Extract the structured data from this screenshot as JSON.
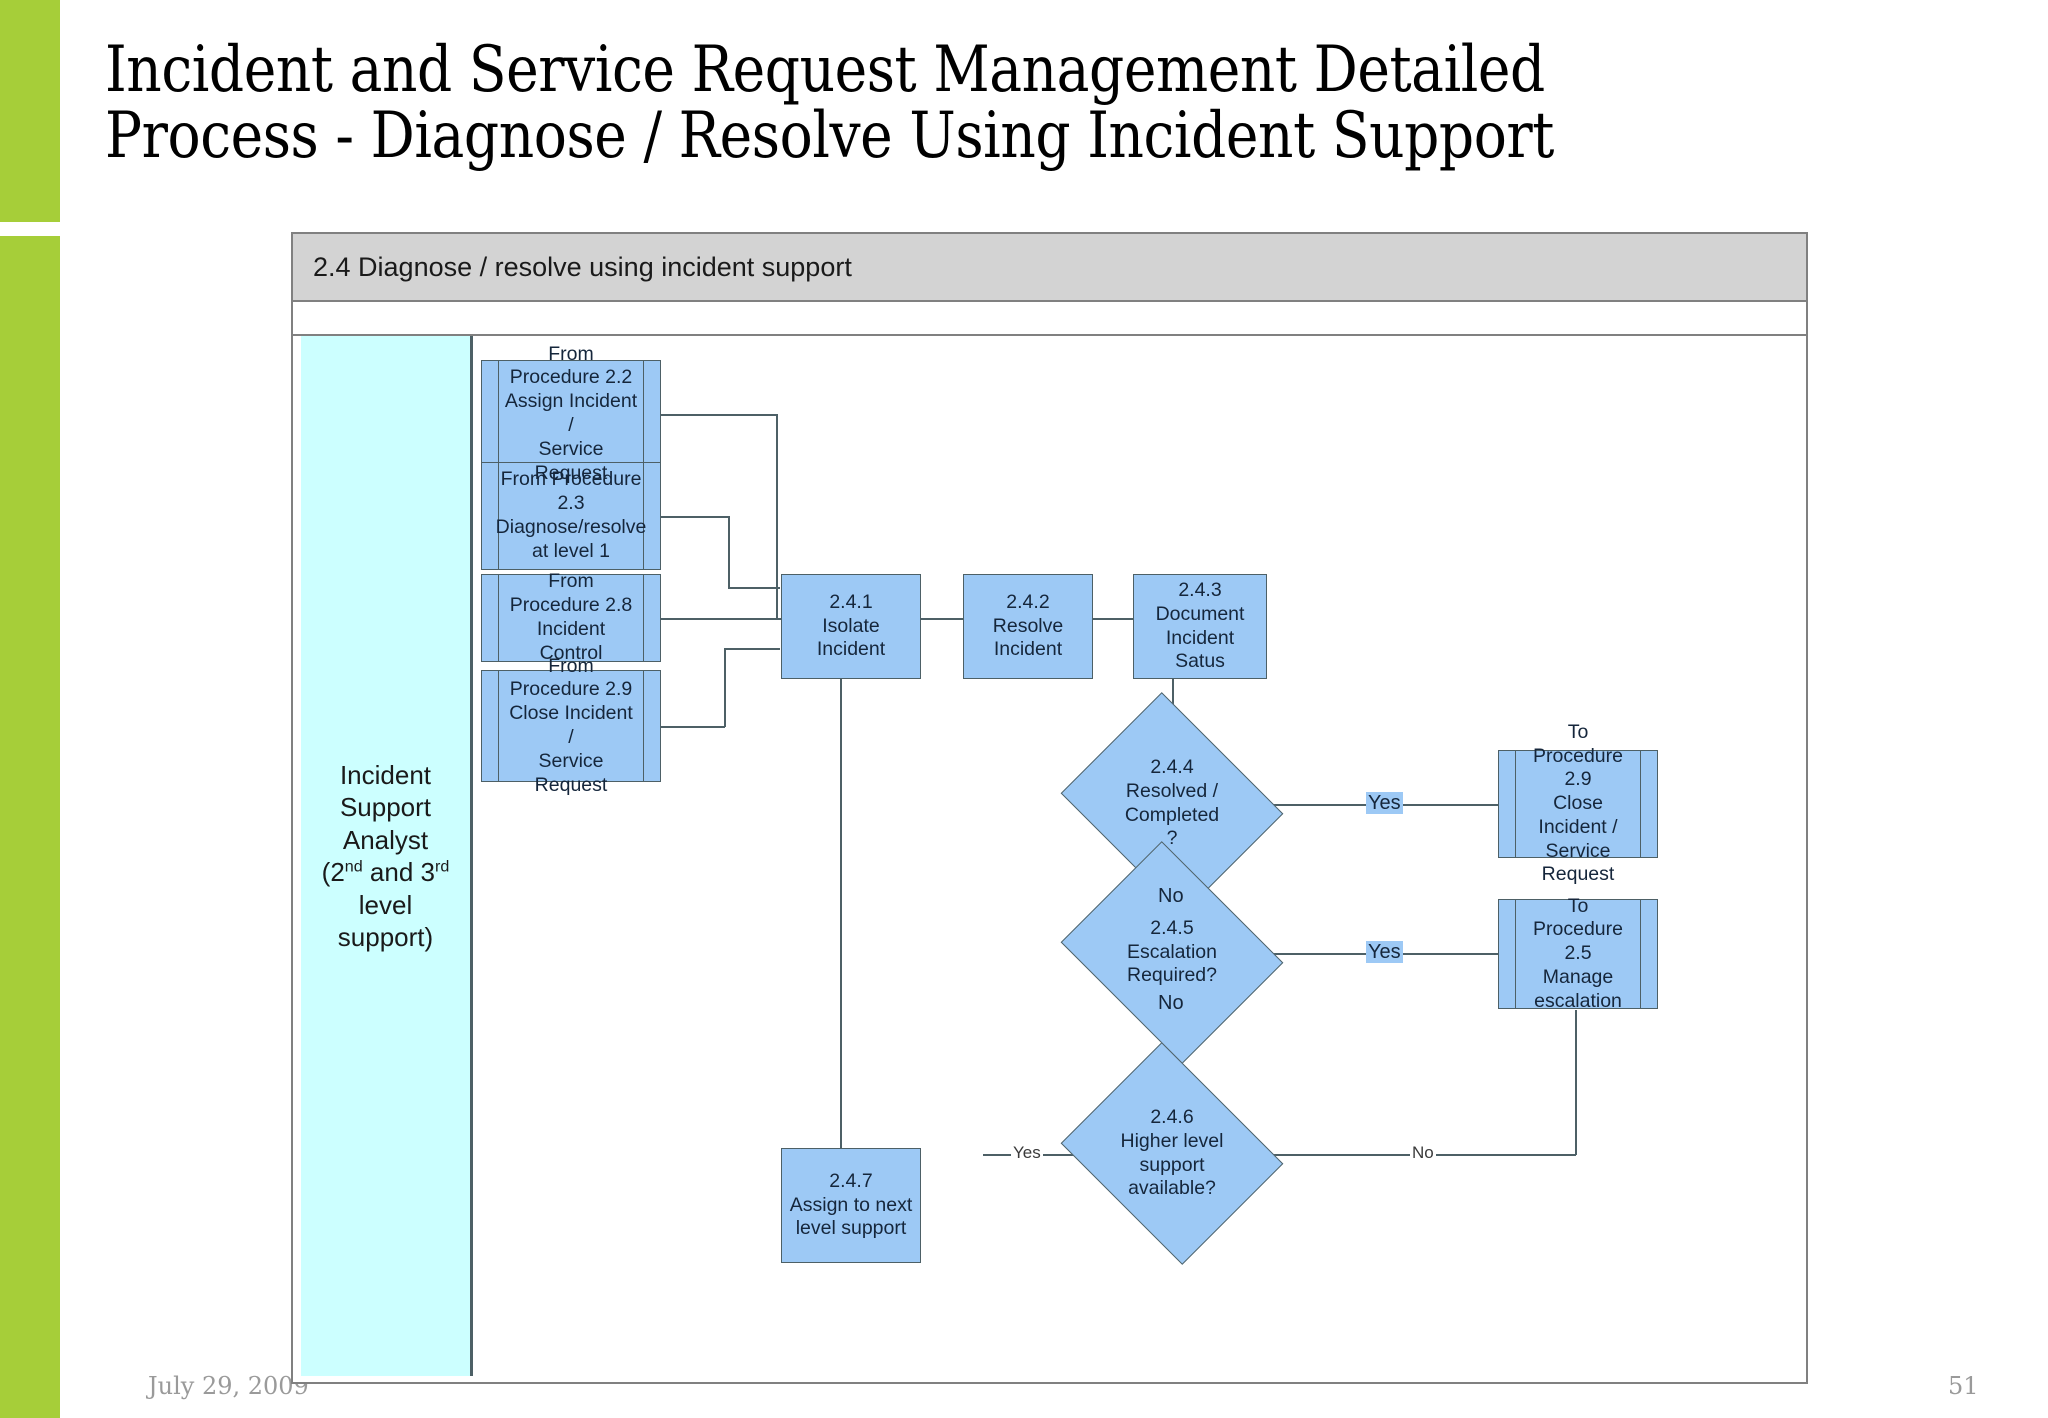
{
  "slide": {
    "title": "Incident and Service Request Management Detailed\nProcess - Diagnose / Resolve Using Incident Support",
    "accent_color": "#A6CE39",
    "footer_date": "July 29, 2009",
    "page_number": "51"
  },
  "diagram": {
    "header_label": "2.4 Diagnose / resolve using incident support",
    "lane": {
      "label_line1": "Incident",
      "label_line2": "Support",
      "label_line3": "Analyst",
      "label_line4_pre": "(2",
      "label_line4_sup1": "nd",
      "label_line4_mid": " and 3",
      "label_line4_sup2": "rd",
      "label_line5": "level",
      "label_line6": "support)",
      "fill_color": "#CCFFFF"
    },
    "node_fill": "#9DC9F5",
    "node_stroke": "#4d6066",
    "nodes": {
      "from_2_2": "From Procedure 2.2\nAssign Incident /\nService Request",
      "from_2_3": "From Procedure 2.3\nDiagnose/resolve\nat level 1",
      "from_2_8": "From Procedure 2.8\nIncident Control",
      "from_2_9": "From Procedure 2.9\nClose Incident /\nService Request",
      "step_2_4_1": "2.4.1\nIsolate\nIncident",
      "step_2_4_2": "2.4.2\nResolve\nIncident",
      "step_2_4_3": "2.4.3\nDocument\nIncident\nSatus",
      "decision_2_4_4": "2.4.4\nResolved /\nCompleted\n?",
      "decision_2_4_5": "2.4.5\nEscalation\nRequired?",
      "decision_2_4_6": "2.4.6\nHigher level\nsupport\navailable?",
      "step_2_4_7": "2.4.7\nAssign to next\nlevel support",
      "to_2_9": "To Procedure 2.9\nClose Incident /\nService Request",
      "to_2_5": "To Procedure 2.5\nManage\nescalation"
    },
    "branch_labels": {
      "d444_yes": "Yes",
      "d444_no": "No",
      "d445_yes": "Yes",
      "d445_no": "No",
      "d446_yes": "Yes",
      "d446_no": "No"
    }
  }
}
